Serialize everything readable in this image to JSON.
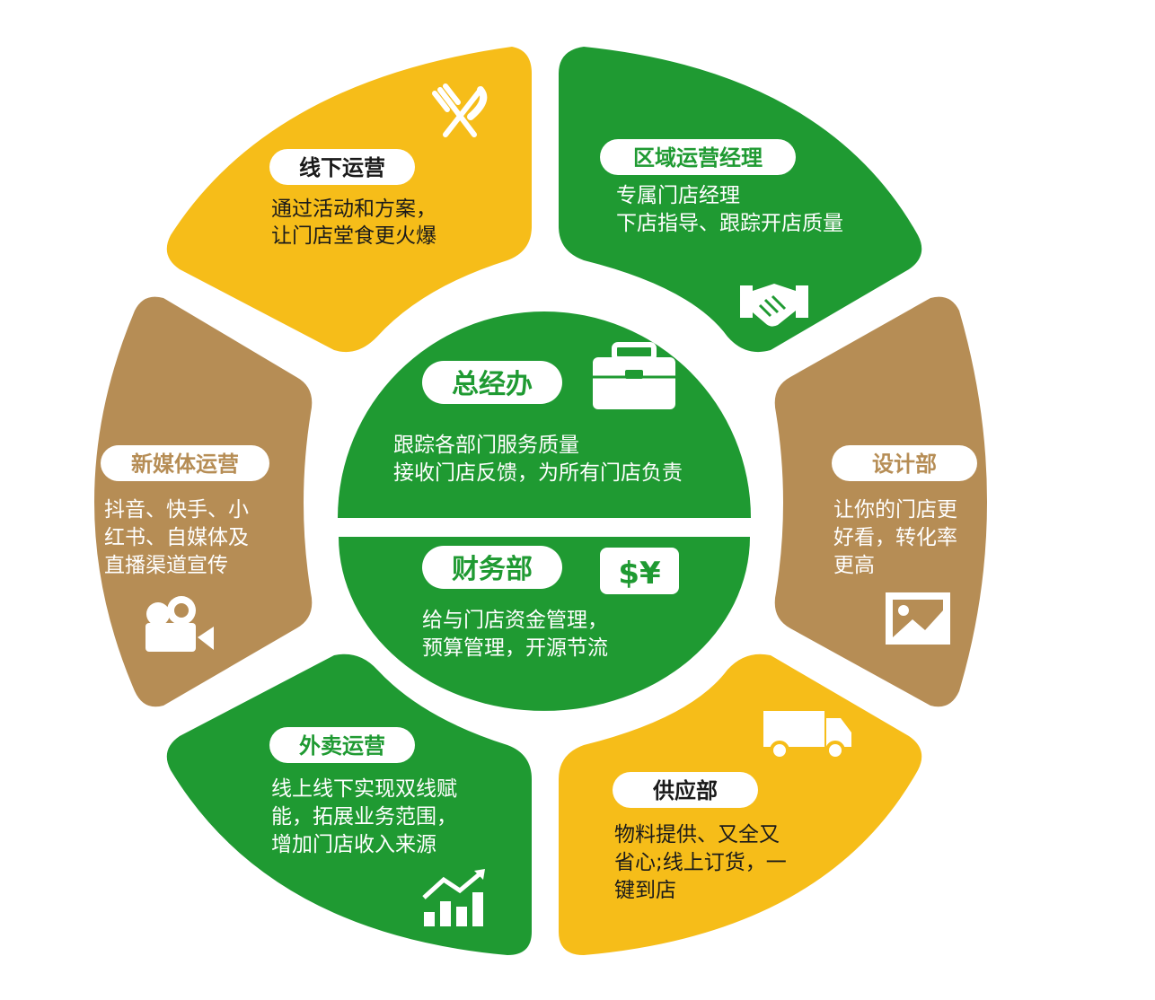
{
  "colors": {
    "green": "#1f9a32",
    "yellow": "#f6bd19",
    "tan": "#b68d55",
    "white": "#ffffff",
    "dark": "#1a1a1a"
  },
  "center": {
    "top": {
      "title": "总经办",
      "lines": [
        "跟踪各部门服务质量",
        "接收门店反馈，为所有门店负责"
      ],
      "icon": "briefcase-icon"
    },
    "bottom": {
      "title": "财务部",
      "lines": [
        "给与门店资金管理，",
        "预算管理，开源节流"
      ],
      "icon_text": "$¥",
      "icon": "currency-icon"
    }
  },
  "segments": {
    "offline_ops": {
      "title": "线下运营",
      "lines": [
        "通过活动和方案，",
        "让门店堂食更火爆"
      ],
      "icon": "fork-knife-icon"
    },
    "regional_manager": {
      "title": "区域运营经理",
      "lines": [
        "专属门店经理",
        "下店指导、跟踪开店质量"
      ],
      "icon": "handshake-icon"
    },
    "design": {
      "title": "设计部",
      "lines": [
        "让你的门店更",
        "好看，转化率",
        "更高"
      ],
      "icon": "image-icon"
    },
    "supply": {
      "title": "供应部",
      "lines": [
        "物料提供、又全又",
        "省心;线上订货，一",
        "键到店"
      ],
      "icon": "truck-icon"
    },
    "delivery_ops": {
      "title": "外卖运营",
      "lines": [
        "线上线下实现双线赋",
        "能，拓展业务范围，",
        "增加门店收入来源"
      ],
      "icon": "growth-chart-icon"
    },
    "new_media": {
      "title": "新媒体运营",
      "lines": [
        "抖音、快手、小",
        "红书、自媒体及",
        "直播渠道宣传"
      ],
      "icon": "video-camera-icon"
    }
  }
}
